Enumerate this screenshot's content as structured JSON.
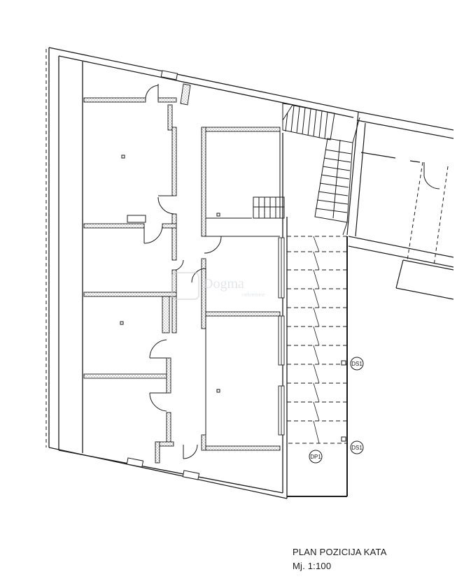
{
  "title_block": {
    "title": "PLAN POZICIJA KATA",
    "scale": "Mj. 1:100"
  },
  "watermark": {
    "brand": "Dogma",
    "tagline": "nekretnine"
  },
  "symbols": {
    "ds_label": "DS1",
    "dp_label": "DP1"
  },
  "colors": {
    "line": "#1a1a1a",
    "wall_fill": "#ffffff",
    "watermark": "#cfd3d8",
    "paper": "#ffffff"
  }
}
